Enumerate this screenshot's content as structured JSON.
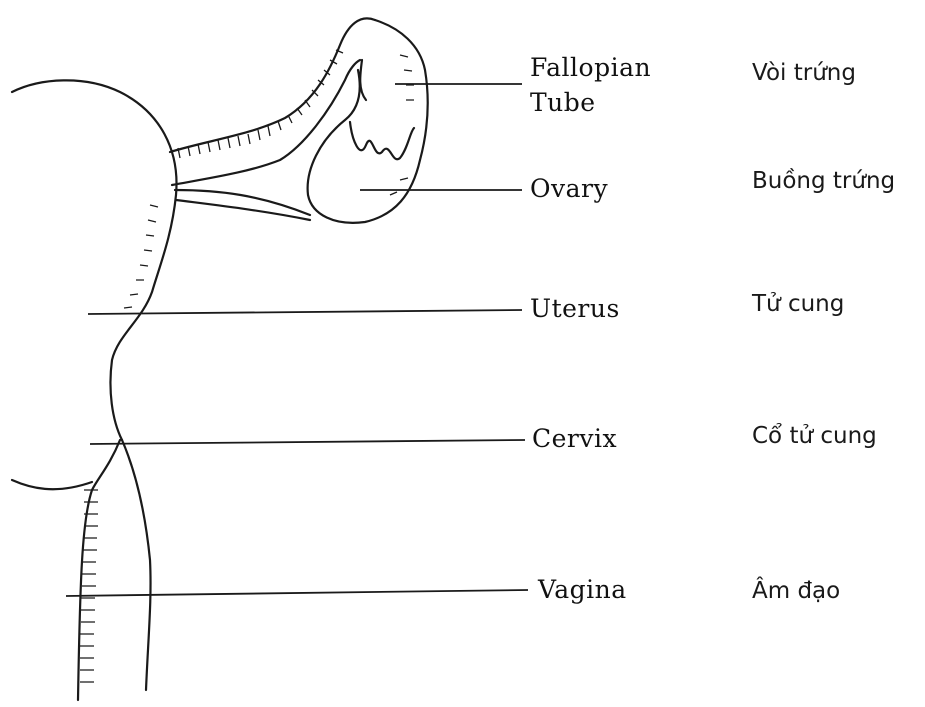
{
  "labels": {
    "fallopian_line1": "Fallopian",
    "fallopian_line2": "Tube",
    "ovary": "Ovary",
    "uterus": "Uterus",
    "cervix": "Cervix",
    "vagina": "Vagina"
  },
  "translations": {
    "fallopian": "Vòi trứng",
    "ovary": "Buồng trứng",
    "uterus": "Tử cung",
    "cervix": "Cổ tử cung",
    "vagina": "Âm đạo"
  },
  "colors": {
    "ink": "#1a1a1a",
    "background": "#ffffff"
  }
}
